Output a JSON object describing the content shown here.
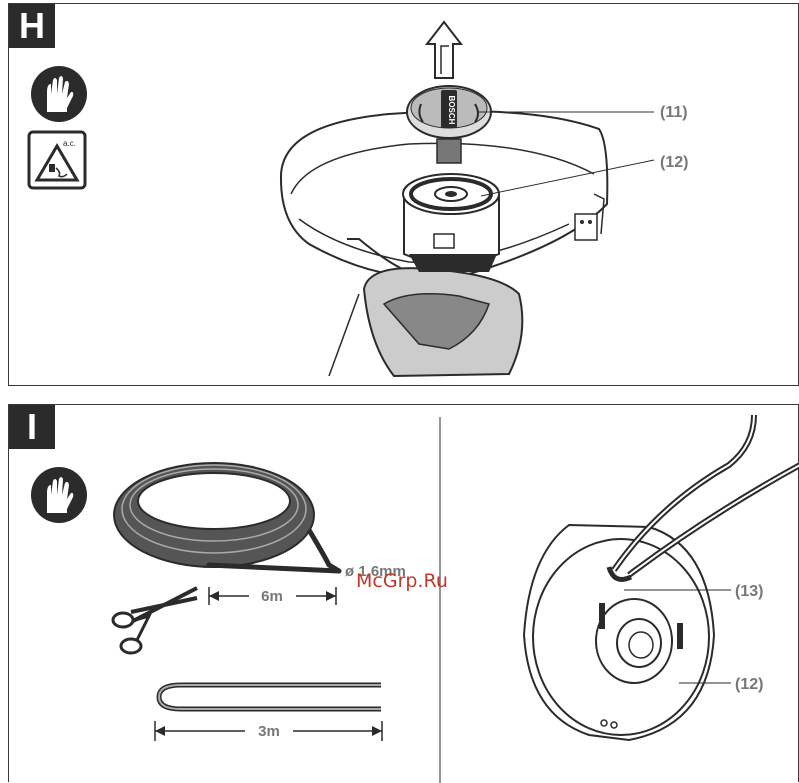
{
  "panel_h": {
    "letter": "H",
    "callouts": {
      "cap": "(11)",
      "spool": "(12)"
    },
    "cap_text": "BOSCH",
    "icons": [
      "gloves-icon",
      "ac-warning-icon"
    ],
    "ac_label": "a.c."
  },
  "panel_i": {
    "letter": "I",
    "diameter_label": "ø 1,6mm",
    "length_full": "6m",
    "length_half": "3m",
    "callouts": {
      "line_slot": "(13)",
      "spool": "(12)"
    },
    "icons": [
      "gloves-icon",
      "scissors-icon"
    ]
  },
  "watermark": "McGrp.Ru",
  "colors": {
    "letter_bg": "#2b2b2b",
    "callout": "#777777",
    "watermark": "#c0392b"
  }
}
